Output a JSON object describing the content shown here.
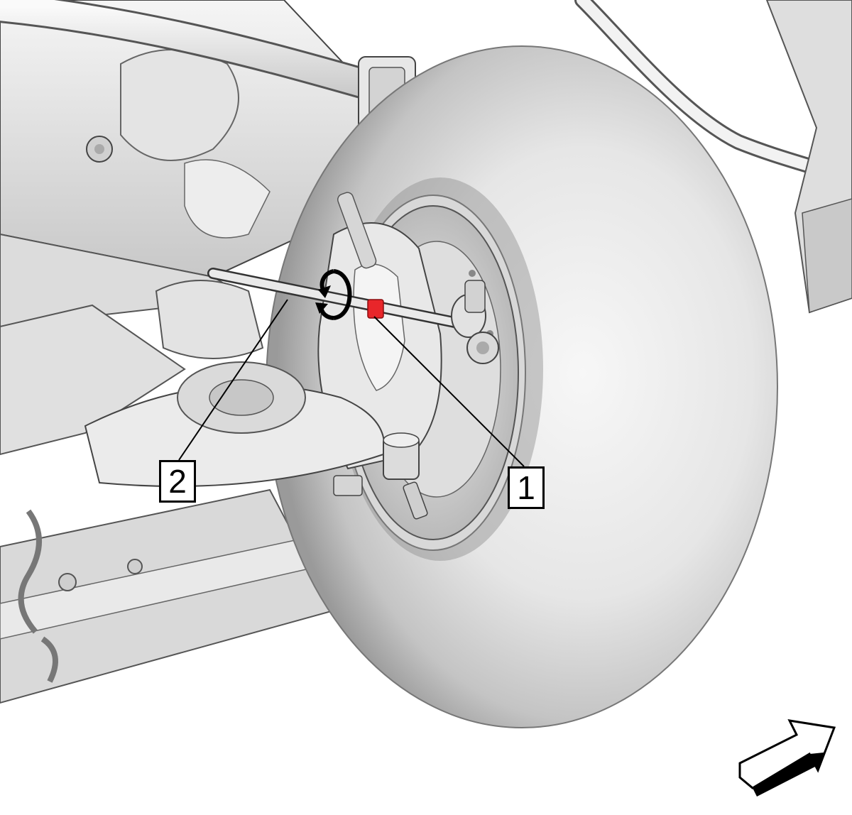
{
  "callouts": [
    {
      "id": "1",
      "label": "1"
    },
    {
      "id": "2",
      "label": "2"
    }
  ],
  "icons": {
    "rotation": "rotate-arrow-icon",
    "orientation": "front-direction-arrow-icon"
  },
  "colors": {
    "highlight": "#e8262a",
    "line": "#1a1a1a",
    "background": "#ffffff"
  }
}
